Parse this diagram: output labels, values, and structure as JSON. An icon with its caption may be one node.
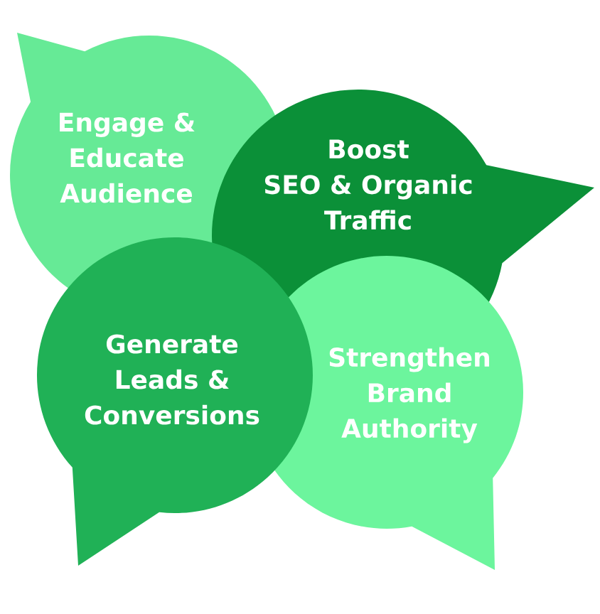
{
  "diagram": {
    "nodes": [
      {
        "text": [
          "Engage & Educate Audience"
        ]
      },
      {
        "text": [
          "Boost SEO & Organic Traffic"
        ]
      },
      {
        "text": [
          "Generate Leads & Conversions"
        ]
      },
      {
        "text": [
          "Strengthen Brand Authority"
        ]
      }
    ]
  }
}
